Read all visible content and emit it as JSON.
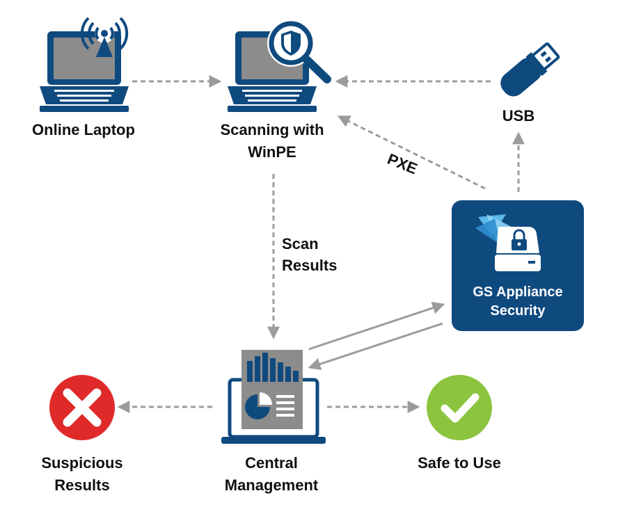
{
  "nodes": {
    "online_laptop": {
      "label": "Online Laptop",
      "icon": "laptop-wifi-icon"
    },
    "scanning": {
      "label_line1": "Scanning with",
      "label_line2": "WinPE",
      "icon": "laptop-shield-search-icon"
    },
    "usb": {
      "label": "USB",
      "icon": "usb-drive-icon"
    },
    "appliance": {
      "label_line1": "GS Appliance",
      "label_line2": "Security",
      "icon": "drive-lock-icon"
    },
    "central": {
      "label_line1": "Central",
      "label_line2": "Management",
      "icon": "laptop-report-icon"
    },
    "suspicious": {
      "label_line1": "Suspicious",
      "label_line2": "Results",
      "icon": "red-x-icon"
    },
    "safe": {
      "label": "Safe to Use",
      "icon": "green-check-icon"
    }
  },
  "edges": {
    "pxe_label": "PXE",
    "scan_results_line1": "Scan",
    "scan_results_line2": "Results"
  },
  "colors": {
    "navy": "#0f4a7f",
    "screen_gray": "#8c8c8c",
    "arrow_gray": "#9b9b9b",
    "red": "#e02a2a",
    "green": "#8cc43f",
    "logo_light": "#5cb8e6"
  }
}
